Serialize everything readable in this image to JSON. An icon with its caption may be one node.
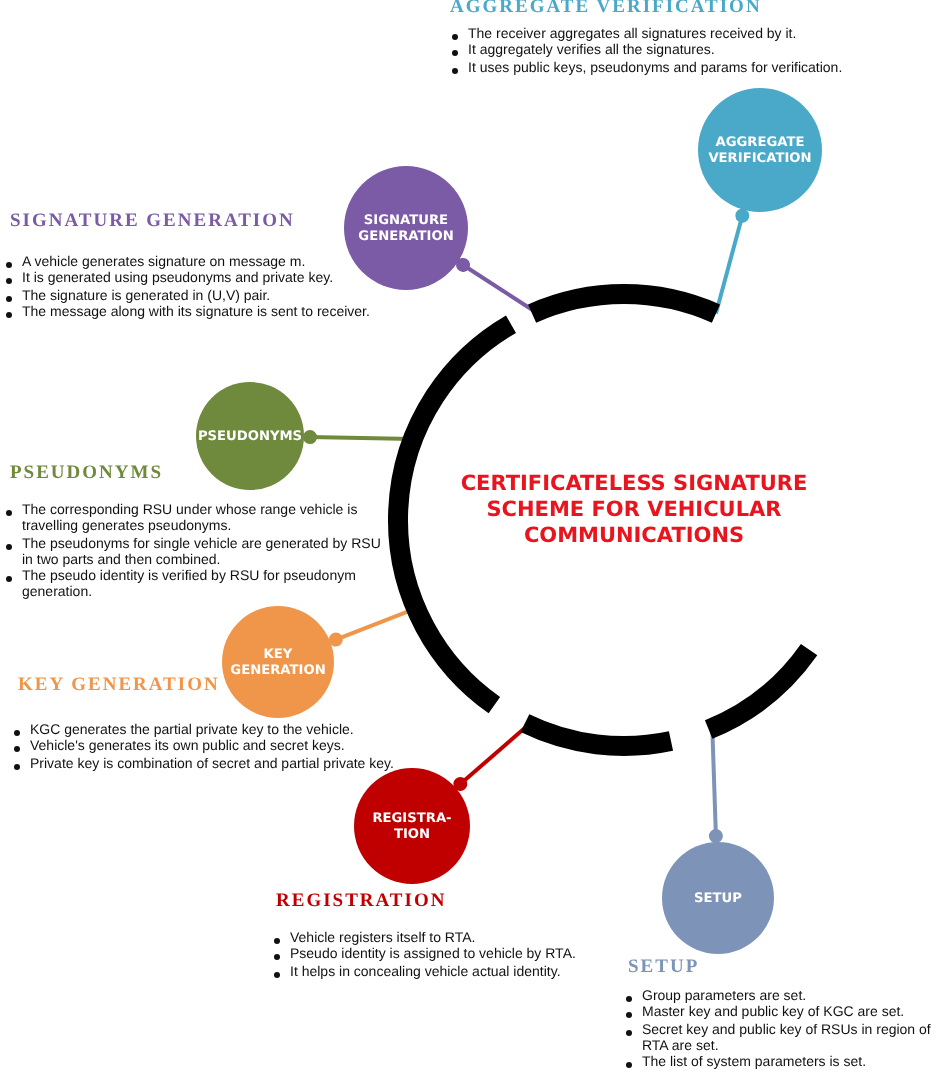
{
  "diagram": {
    "nodes": [
      {
        "text": [
          "CERTIFICATELESS SIGNATURE SCHEME FOR VEHICULAR COMMUNICATIONS"
        ]
      },
      {
        "text": [
          "AGGREGATE VERIFICATION"
        ],
        "beside": [
          "AGGREGATE VERIFICATION",
          "The receiver aggregates all signatures received by it.",
          "It aggregately verifies all the signatures.",
          "It uses public keys, pseudonyms and params for verification."
        ]
      },
      {
        "text": [
          "SIGNATURE GENERATION"
        ],
        "beside": [
          "SIGNATURE GENERATION",
          "A vehicle generates signature on message m.",
          "It is generated using pseudonyms and private key.",
          "The signature is generated in (U,V) pair.",
          "The message along with its signature is sent to receiver."
        ]
      },
      {
        "text": [
          "PSEUDONYMS"
        ],
        "beside": [
          "PSEUDONYMS",
          "The corresponding RSU under whose range vehicle is travelling generates pseudonyms.",
          "The pseudonyms for single vehicle are generated by RSU in two parts and then combined.",
          "The pseudo identity is verified by RSU for pseudonym generation."
        ]
      },
      {
        "text": [
          "KEY GENERATION"
        ],
        "beside": [
          "KEY GENERATION",
          "KGC generates the partial private key to the vehicle.",
          "Vehicle's generates its own public and secret keys.",
          "Private key is combination of secret and partial private key."
        ]
      },
      {
        "text": [
          "REGISTRA-TION"
        ],
        "beside": [
          "REGISTRATION",
          "Vehicle registers itself to RTA.",
          "Pseudo identity is assigned to vehicle by RTA.",
          "It helps in concealing vehicle actual identity."
        ]
      },
      {
        "text": [
          "SETUP"
        ],
        "beside": [
          "SETUP",
          "Group parameters are set.",
          "Master key and public key of KGC are set.",
          "Secret key and public key of RSUs in region of RTA are set.",
          "The list of system parameters is set."
        ]
      }
    ],
    "edges": [
      {
        "from": 1,
        "to": 0,
        "arrow": "other",
        "color": "#4aa8c8"
      },
      {
        "from": 2,
        "to": 0,
        "arrow": "other",
        "color": "#7b5aa6"
      },
      {
        "from": 3,
        "to": 0,
        "arrow": "other",
        "color": "#6f8a3c"
      },
      {
        "from": 4,
        "to": 0,
        "arrow": "other",
        "color": "#f0964a"
      },
      {
        "from": 5,
        "to": 0,
        "arrow": "other",
        "color": "#c00000"
      },
      {
        "from": 6,
        "to": 0,
        "arrow": "other",
        "color": "#7d94b8"
      }
    ]
  }
}
